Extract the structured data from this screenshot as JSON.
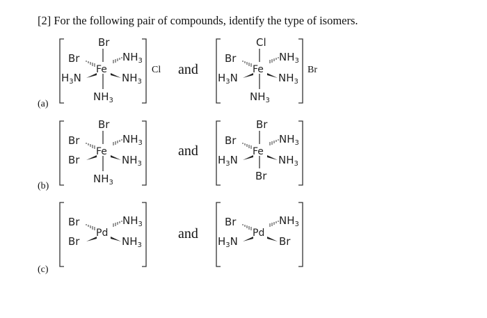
{
  "question": "[2] For the following pair of compounds, identify the type of isomers.",
  "parts": [
    {
      "label": "(a)",
      "connector": "and",
      "left": {
        "metal": "Fe",
        "top": "Br",
        "bottom": "NH3",
        "upper_left": "Br",
        "upper_right": "NH3",
        "lower_left": "H3N",
        "lower_right": "NH3",
        "counter_ion": "Cl"
      },
      "right": {
        "metal": "Fe",
        "top": "Cl",
        "bottom": "NH3",
        "upper_left": "Br",
        "upper_right": "NH3",
        "lower_left": "H3N",
        "lower_right": "NH3",
        "counter_ion": "Br"
      }
    },
    {
      "label": "(b)",
      "connector": "and",
      "left": {
        "metal": "Fe",
        "top": "Br",
        "bottom": "NH3",
        "upper_left": "Br",
        "upper_right": "NH3",
        "lower_left": "Br",
        "lower_right": "NH3"
      },
      "right": {
        "metal": "Fe",
        "top": "Br",
        "bottom": "Br",
        "upper_left": "Br",
        "upper_right": "NH3",
        "lower_left": "H3N",
        "lower_right": "NH3"
      }
    },
    {
      "label": "(c)",
      "connector": "and",
      "left": {
        "metal": "Pd",
        "upper_left": "Br",
        "upper_right": "NH3",
        "lower_left": "Br",
        "lower_right": "NH3"
      },
      "right": {
        "metal": "Pd",
        "upper_left": "Br",
        "upper_right": "NH3",
        "lower_left": "H3N",
        "lower_right": "Br"
      }
    }
  ]
}
